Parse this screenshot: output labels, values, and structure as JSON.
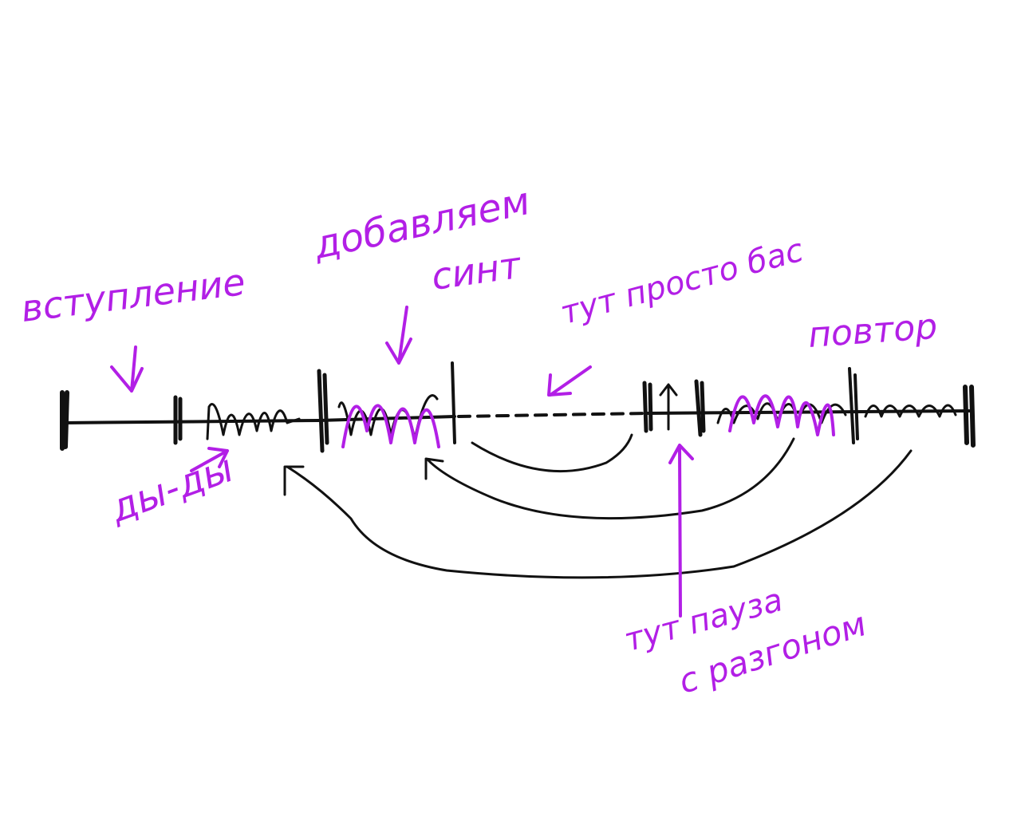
{
  "colors": {
    "ink": "#111111",
    "accent": "#b21fe6"
  },
  "labels": {
    "intro": "вступление",
    "add_synth_1": "добавляем",
    "add_synth_2": "синт",
    "bass_only": "тут просто бас",
    "repeat": "повтор",
    "beat": "ды-ды",
    "pause_1": "тут пауза",
    "pause_2": "с разгоном"
  }
}
